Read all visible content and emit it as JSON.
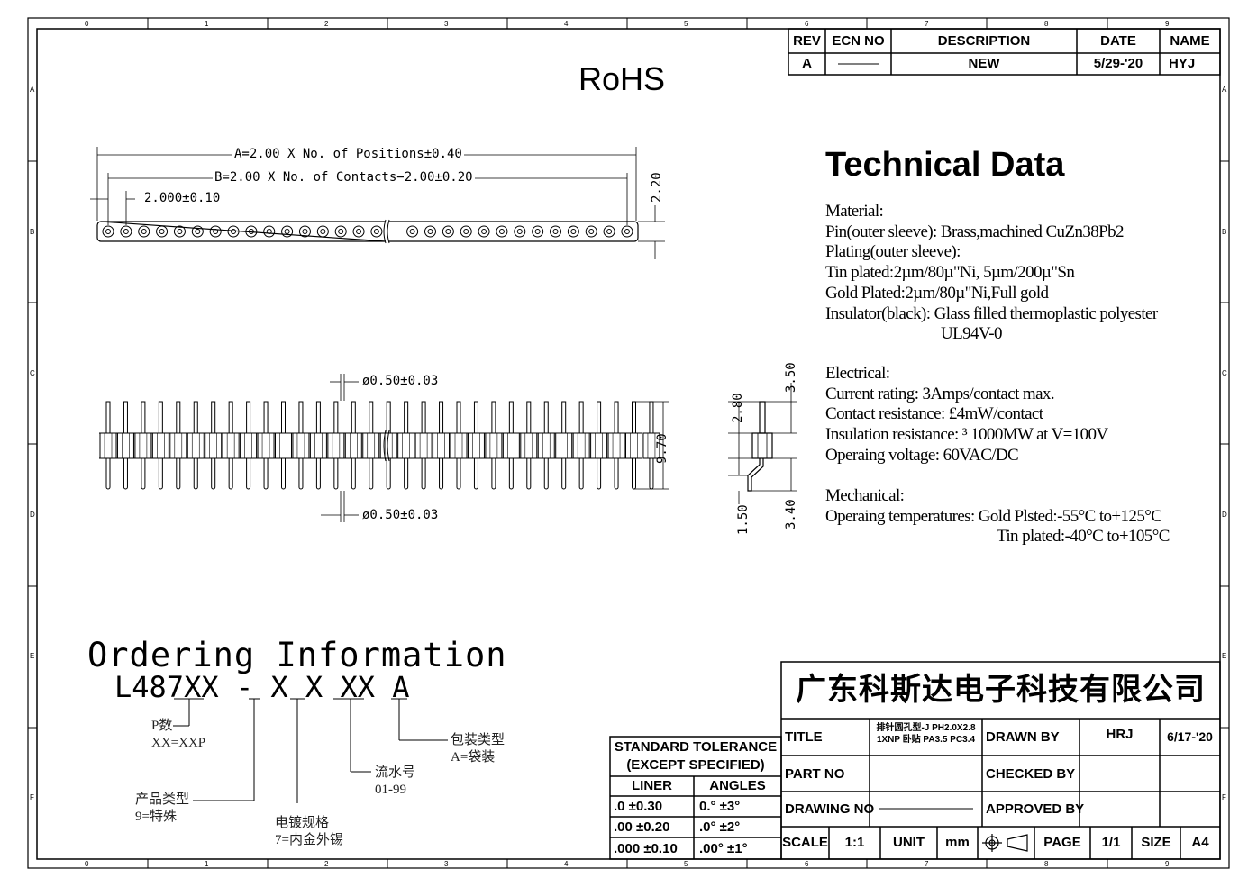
{
  "frame": {
    "col_markers": [
      "0",
      "1",
      "2",
      "3",
      "4",
      "5",
      "6",
      "7",
      "8",
      "9"
    ],
    "row_markers": [
      "A",
      "B",
      "C",
      "D",
      "E",
      "F"
    ]
  },
  "revision": {
    "headers": [
      "REV",
      "ECN NO",
      "DESCRIPTION",
      "DATE",
      "NAME"
    ],
    "row": [
      "A",
      "———",
      "NEW",
      "5/29-'20",
      "HYJ"
    ]
  },
  "rohs": "RoHS",
  "drawing": {
    "dim_a": "A=2.00 X No. of Positions±0.40",
    "dim_b": "B=2.00 X No. of Contacts−2.00±0.20",
    "dim_pitch": "2.000±0.10",
    "dim_height_top": "2.20",
    "pin_dia_top": "ø0.50±0.03",
    "pin_dia_bottom": "ø0.50±0.03",
    "dim_970": "9.70",
    "dim_280": "2.80",
    "dim_350": "3.50",
    "dim_150": "1.50",
    "dim_340": "3.40"
  },
  "tech": {
    "title": "Technical Data",
    "lines": [
      "Material:",
      "Pin(outer sleeve): Brass,machined CuZn38Pb2",
      "Plating(outer sleeve):",
      "Tin plated:2µm/80µ\"Ni, 5µm/200µ\"Sn",
      "Gold Plated:2µm/80µ\"Ni,Full gold",
      "Insulator(black): Glass filled thermoplastic polyester",
      "UL94V-0",
      "Electrical:",
      "Current rating: 3Amps/contact max.",
      "Contact resistance:  £4mW/contact",
      "Insulation resistance:  ³  1000MW at V=100V",
      "Operaing voltage: 60VAC/DC",
      "Mechanical:",
      "Operaing temperatures: Gold Plsted:-55°C to+125°C",
      "Tin plated:-40°C to+105°C"
    ]
  },
  "ordering": {
    "title": "Ordering Information",
    "code_prefix": "L487",
    "code_parts": [
      "XX",
      "-",
      "X",
      "X",
      "XX",
      "A"
    ],
    "notes": [
      {
        "label": "P数",
        "value": "XX=XXP"
      },
      {
        "label": "产品类型",
        "value": "9=特殊"
      },
      {
        "label": "电镀规格",
        "value": "7=内金外锡"
      },
      {
        "label": "流水号",
        "value": "01-99"
      },
      {
        "label": "包装类型",
        "value": "A=袋装"
      }
    ]
  },
  "tolerance": {
    "title_1": "STANDARD TOLERANCE",
    "title_2": "(EXCEPT  SPECIFIED)",
    "col_liner": "LINER",
    "col_angles": "ANGLES",
    "rows": [
      [
        ".0  ±0.30",
        "0.°  ±3°"
      ],
      [
        ".00  ±0.20",
        ".0°  ±2°"
      ],
      [
        ".000 ±0.10",
        ".00°  ±1°"
      ]
    ]
  },
  "titleblock": {
    "company": "广东科斯达电子科技有限公司",
    "title_label": "TITLE",
    "title_value_1": "排针圆孔型-J PH2.0X2.8",
    "title_value_2": "1XNP  卧贴  PA3.5 PC3.4",
    "drawn_by_label": "DRAWN BY",
    "drawn_by": "HRJ",
    "drawn_date": "6/17-'20",
    "part_no_label": "PART NO",
    "checked_by_label": "CHECKED BY",
    "drawing_no_label": "DRAWING NO",
    "drawing_no_value": "———————",
    "approved_by_label": "APPROVED BY",
    "scale_label": "SCALE",
    "scale_value": "1:1",
    "unit_label": "UNIT",
    "unit_value": "mm",
    "page_label": "PAGE",
    "page_value": "1/1",
    "size_label": "SIZE",
    "size_value": "A4"
  }
}
